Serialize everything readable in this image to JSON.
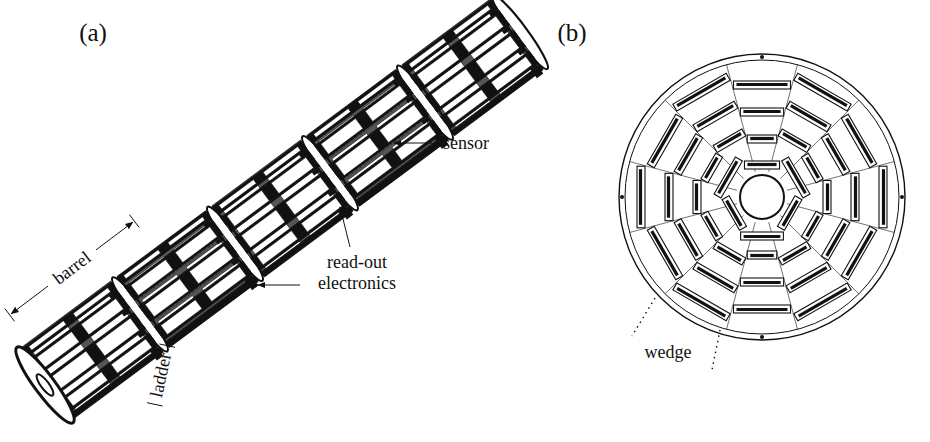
{
  "diagram": {
    "labels": [
      "(a)",
      "(b)",
      "sensor",
      "read-out electronics",
      "barrel",
      "ladder",
      "wedge"
    ]
  }
}
